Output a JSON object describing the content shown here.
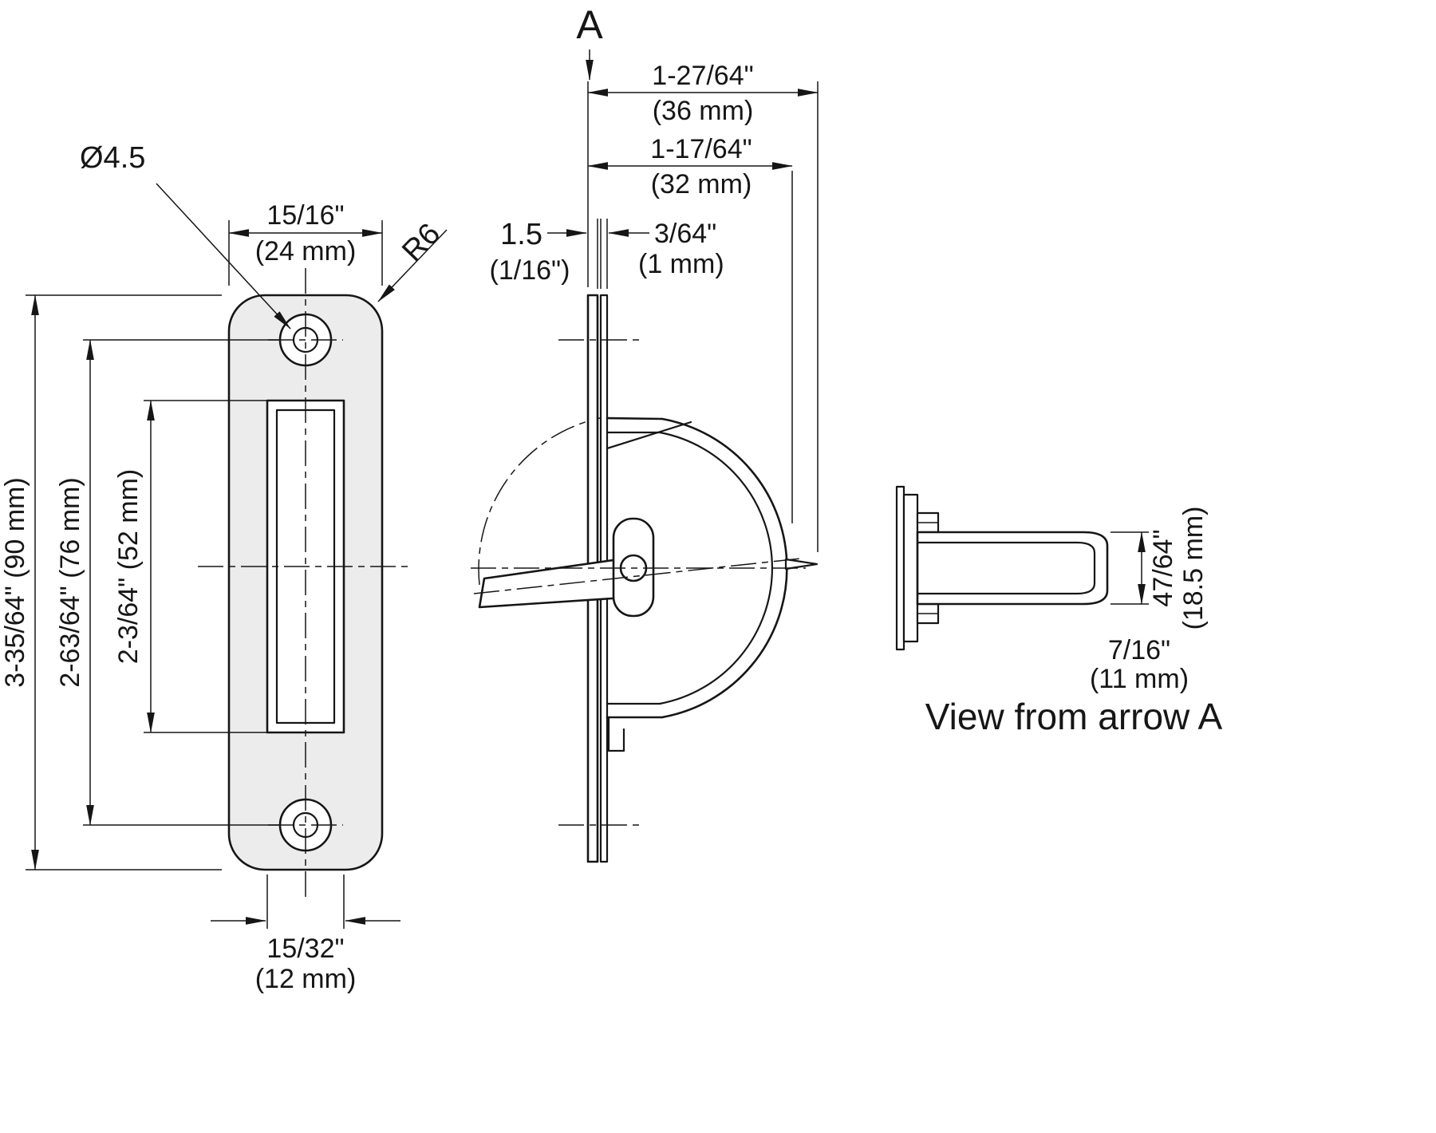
{
  "drawing": {
    "section_label": "A",
    "view_label": "View from arrow A",
    "colors": {
      "ink": "#161616",
      "plate_fill": "#ececec"
    }
  },
  "front_view": {
    "hole_diameter": "Ø4.5",
    "corner_radius": "R6",
    "top_width_in": "15/16\"",
    "top_width_mm": "(24 mm)",
    "total_height": "3-35/64\" (90 mm)",
    "hole_spacing": "2-63/64\" (76 mm)",
    "slot_height": "2-3/64\" (52 mm)",
    "slot_width_in": "15/32\"",
    "slot_width_mm": "(12 mm)"
  },
  "side_view": {
    "overall_depth_in": "1-27/64\"",
    "overall_depth_mm": "(36 mm)",
    "body_depth_in": "1-17/64\"",
    "body_depth_mm": "(32 mm)",
    "plate_thickness": "1.5",
    "plate_thickness_in": "(1/16\")",
    "gap_in": "3/64\"",
    "gap_mm": "(1 mm)"
  },
  "arrow_view": {
    "body_height_in": "47/64\"",
    "body_height_mm": "(18.5 mm)",
    "body_width_in": "7/16\"",
    "body_width_mm": "(11 mm)"
  }
}
